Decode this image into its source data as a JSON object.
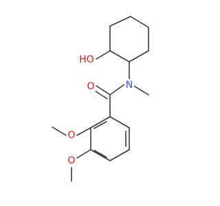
{
  "molecule": {
    "atom_labels": {
      "hydroxyl": "HO",
      "carbonyl_oxygen": "O",
      "amide_nitrogen": "N",
      "methoxy_oxygen_3": "O",
      "methoxy_oxygen_4": "O"
    },
    "colors": {
      "bond": "#3a3a3a",
      "oxygen": "#ff0d0d",
      "nitrogen": "#3050f8",
      "background": "#ffffff"
    }
  }
}
